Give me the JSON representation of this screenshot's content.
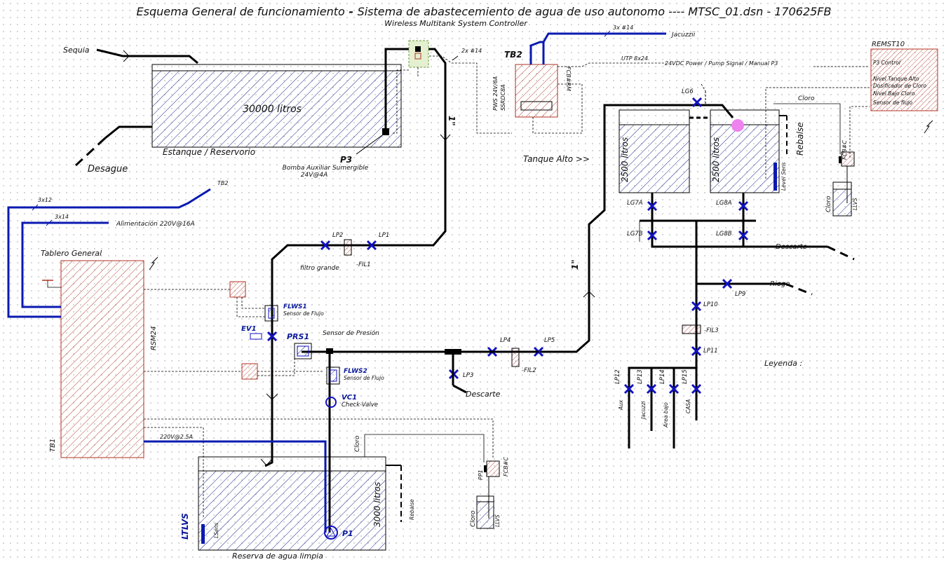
{
  "title": {
    "main_bold": "Esquema General de funcionamiento",
    "main_sep": " - ",
    "main_rest": "Sistema de abastecemiento de agua de uso autonomo ----   MTSC_01.dsn - 170625FB",
    "subtitle": "Wireless Multitank System Controller"
  },
  "colors": {
    "pipe": "#000000",
    "power": "#0a1ab0",
    "hatch_blue": "#1a2a88",
    "hatch_red": "#b03020",
    "valve": "#1010c0",
    "sensor_pink": "#ee82ee",
    "green_box": "#e4f0d0"
  },
  "reservoir": {
    "name": "Estanque / Reservorio",
    "capacity": "30000 litros",
    "inlet": "Sequia",
    "outlet": "Desague"
  },
  "pump_p3": {
    "tag": "P3",
    "desc": "Bomba Auxiliar Sumergible",
    "rating": "24V@4A"
  },
  "cables": {
    "c2x14": "2x #14",
    "c3x14_top": "3x #14",
    "jacuzzi_top": "Jacuzzii",
    "utp": "UTP 8x24",
    "c3x12": "3x12",
    "c3x14": "3x14",
    "c220": "220V@2.5A"
  },
  "tb2": {
    "tag": "TB2",
    "pws": "PWS 24V/6A",
    "ssr": "SSRDC8A",
    "fcb": "FCB#RM"
  },
  "remst10": {
    "tag": "REMST10",
    "signals": [
      "P3 Control",
      "Nivel Tanque Alto",
      "Dosificador de Cloro",
      "Nivel Bajo Cloro",
      "Sensor de flujo"
    ]
  },
  "power_note": "24VDC Power / Pump Signal / Manual P3",
  "tanque_alto": {
    "label": "Tanque Alto >>",
    "tank1": "2500 litros",
    "tank2": "2500 litros",
    "level_sens": "Level Sens",
    "rebalse": "Rebalse"
  },
  "cloro_top": {
    "cloro": "Cloro",
    "fcb": "FCB#C",
    "llvs": "LLVS",
    "cloro2": "Cloro"
  },
  "valves": {
    "lg6": "LG6",
    "lg7a": "LG7A",
    "lg8a": "LG8A",
    "lg7b": "LG7B",
    "lg8b": "LG8B",
    "lp1": "LP1",
    "lp2": "LP2",
    "lp3": "LP3",
    "lp4": "LP4",
    "lp5": "LP5",
    "lp9": "LP9",
    "lp10": "LP10",
    "lp11": "LP11",
    "lp12": "LP12",
    "lp13": "LP13",
    "lp14": "LP14",
    "lp15": "LP15"
  },
  "filters": {
    "fil1": "-FIL1",
    "fil1_desc": "filtro grande",
    "fil2": "-FIL2",
    "fil3": "-FIL3"
  },
  "pipe_size": "1\"",
  "lines": {
    "descarte": "Descarte",
    "riego": "Riego",
    "descarte2": "Descarte"
  },
  "outputs": {
    "aux": "Aux",
    "jacuzzi": "Jacuzzi",
    "area_bajo": "Area bajo",
    "casa": "CASA"
  },
  "leyenda": "Leyenda :",
  "tablero": {
    "title": "Tablero General",
    "alim": "Alimentación 220V@16A",
    "tb2ref": "TB2",
    "rsm": "RSM24",
    "tb1": "TB1"
  },
  "sensors": {
    "flws1": "FLWS1",
    "flws1_desc": "Sensor de Flujo",
    "flws2": "FLWS2",
    "flws2_desc": "Sensor de Flujo",
    "ev1": "EV1",
    "prs1": "PRS1",
    "prs1_desc": "Sensor de Presión",
    "vc1": "VC1",
    "vc1_desc": "Check-Valve"
  },
  "reserva": {
    "name": "Reserva de agua limpia",
    "capacity": "3000 litros",
    "ltlvs": "LTLVS",
    "lsens": "LSens",
    "p1": "P1",
    "cloro": "Cloro",
    "rebalse": "Rebalse"
  },
  "cloro_low": {
    "pp1": "PP1",
    "fcb": "FCB#C",
    "cloro": "Cloro",
    "llvs": "LLVS"
  }
}
